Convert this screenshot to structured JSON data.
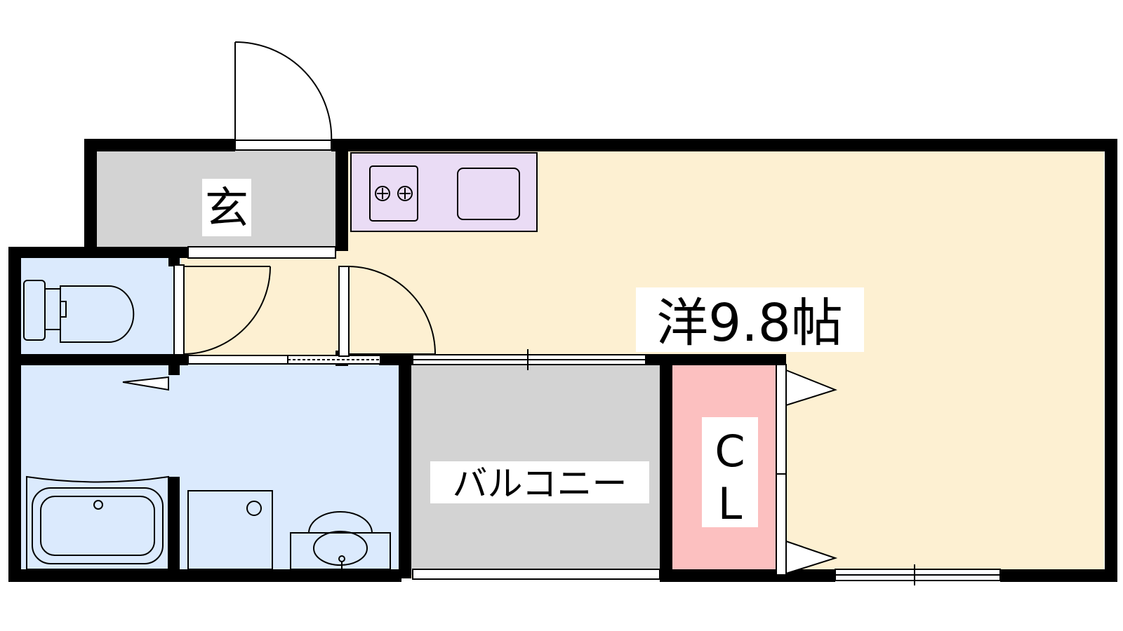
{
  "rooms": {
    "entrance": "玄",
    "western_room": "洋9.8帖",
    "balcony": "バルコニー",
    "closet_line1": "C",
    "closet_line2": "L"
  },
  "colors": {
    "entrance_floor": "#d3d3d3",
    "room_floor": "#fdf0d2",
    "kitchen": "#eadcf5",
    "wet_areas": "#dbeafd",
    "balcony_floor": "#d3d3d3",
    "closet": "#fcc0c0",
    "walls": "#000000"
  },
  "icons": [
    "door-swing-icon",
    "stove-icon",
    "sink-icon",
    "toilet-icon",
    "bathtub-icon",
    "washbasin-icon",
    "washing-machine-pan-icon",
    "sliding-window-icon"
  ]
}
